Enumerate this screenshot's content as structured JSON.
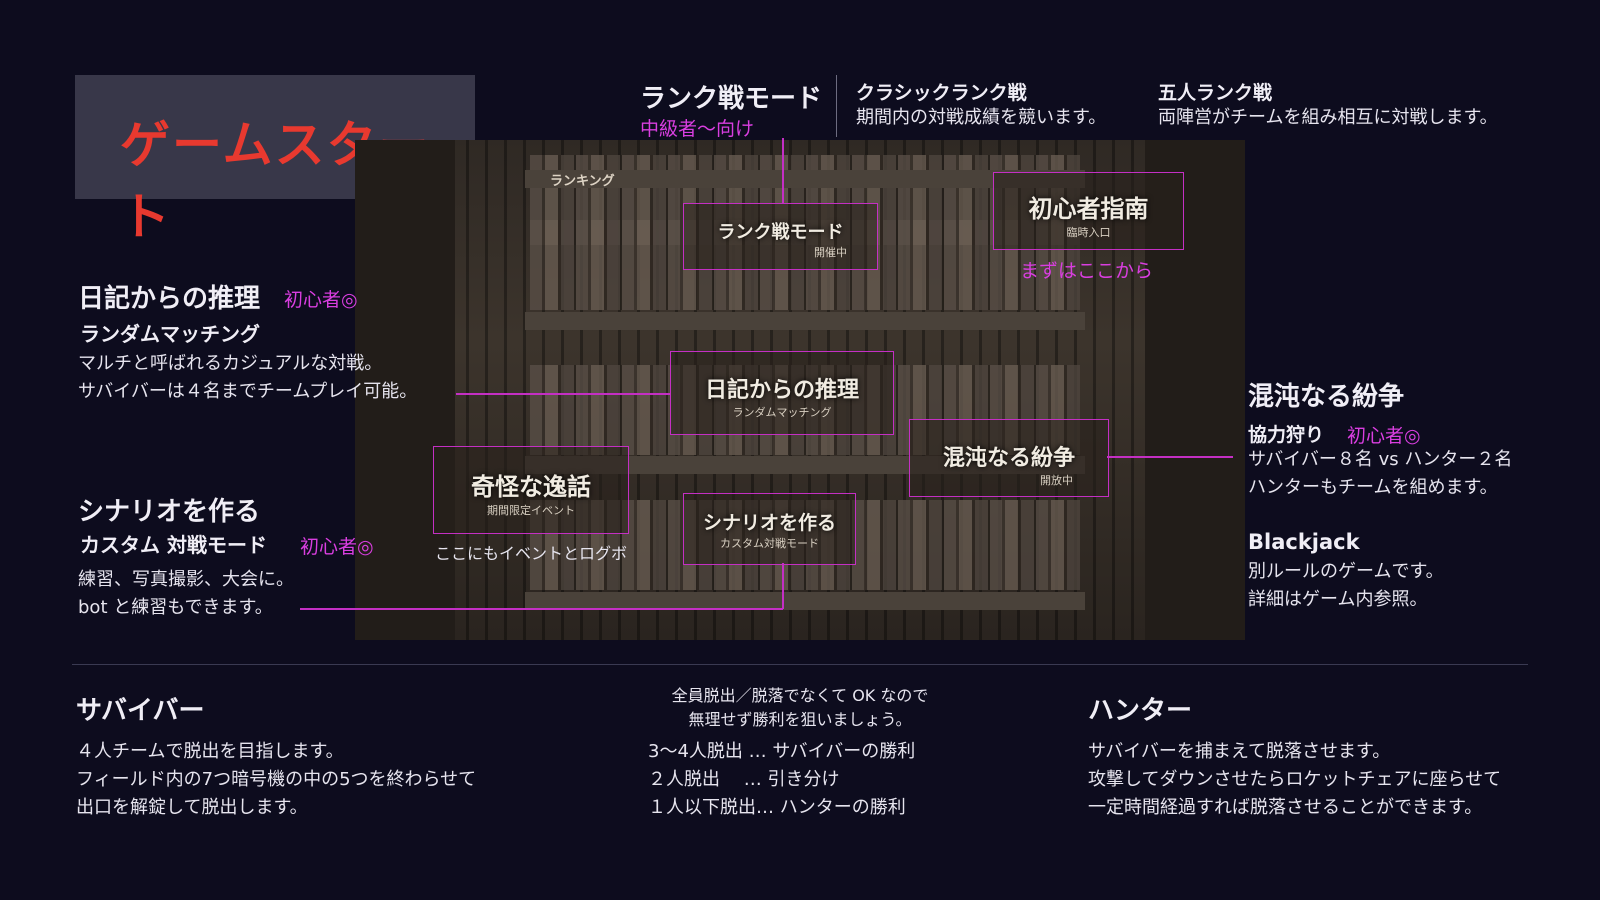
{
  "title": "ゲームスタート",
  "rank": {
    "heading": "ランク戦モード",
    "sub": "中級者〜向け",
    "classic_title": "クラシックランク戦",
    "classic_desc": "期間内の対戦成績を競います。",
    "five_title": "五人ランク戦",
    "five_desc": "両陣営がチームを組み相互に対戦します。"
  },
  "shelf": {
    "ranking": "ランキング",
    "rank_main": "ランク戦モード",
    "rank_sub": "開催中",
    "beginner_main": "初心者指南",
    "beginner_sub": "臨時入口",
    "beginner_note": "まずはここから",
    "diary_main": "日記からの推理",
    "diary_sub": "ランダムマッチング",
    "chaos_main": "混沌なる紛争",
    "chaos_sub": "開放中",
    "odd_main": "奇怪な逸話",
    "odd_sub": "期間限定イベント",
    "odd_note": "ここにもイベントとログボ",
    "scenario_main": "シナリオを作る",
    "scenario_sub": "カスタム対戦モード"
  },
  "diary": {
    "heading": "日記からの推理",
    "badge": "初心者◎",
    "sub": "ランダムマッチング",
    "desc1": "マルチと呼ばれるカジュアルな対戦。",
    "desc2": "サバイバーは４名までチームプレイ可能。"
  },
  "scenario": {
    "heading": "シナリオを作る",
    "sub": "カスタム 対戦モード",
    "badge": "初心者◎",
    "desc1": "練習、写真撮影、大会に。",
    "desc2": "bot と練習もできます。"
  },
  "chaos": {
    "heading": "混沌なる紛争",
    "sub": "協力狩り",
    "badge": "初心者◎",
    "desc1": "サバイバー８名 vs ハンター２名",
    "desc2": "ハンターもチームを組めます。"
  },
  "blackjack": {
    "heading": "Blackjack",
    "desc1": "別ルールのゲームです。",
    "desc2": "詳細はゲーム内参照。"
  },
  "survivor": {
    "heading": "サバイバー",
    "line1": "４人チームで脱出を目指します。",
    "line2": "フィールド内の7つ暗号機の中の5つを終わらせて",
    "line3": "出口を解錠して脱出します。"
  },
  "result": {
    "note1": "全員脱出／脱落でなくて OK なので",
    "note2": "無理せず勝利を狙いましょう。",
    "r1": "3〜4人脱出 … サバイバーの勝利",
    "r2": "２人脱出　 … 引き分け",
    "r3": "１人以下脱出… ハンターの勝利"
  },
  "hunter": {
    "heading": "ハンター",
    "line1": "サバイバーを捕まえて脱落させます。",
    "line2": "攻撃してダウンさせたらロケットチェアに座らせて",
    "line3": "一定時間経過すれば脱落させることができます。"
  }
}
